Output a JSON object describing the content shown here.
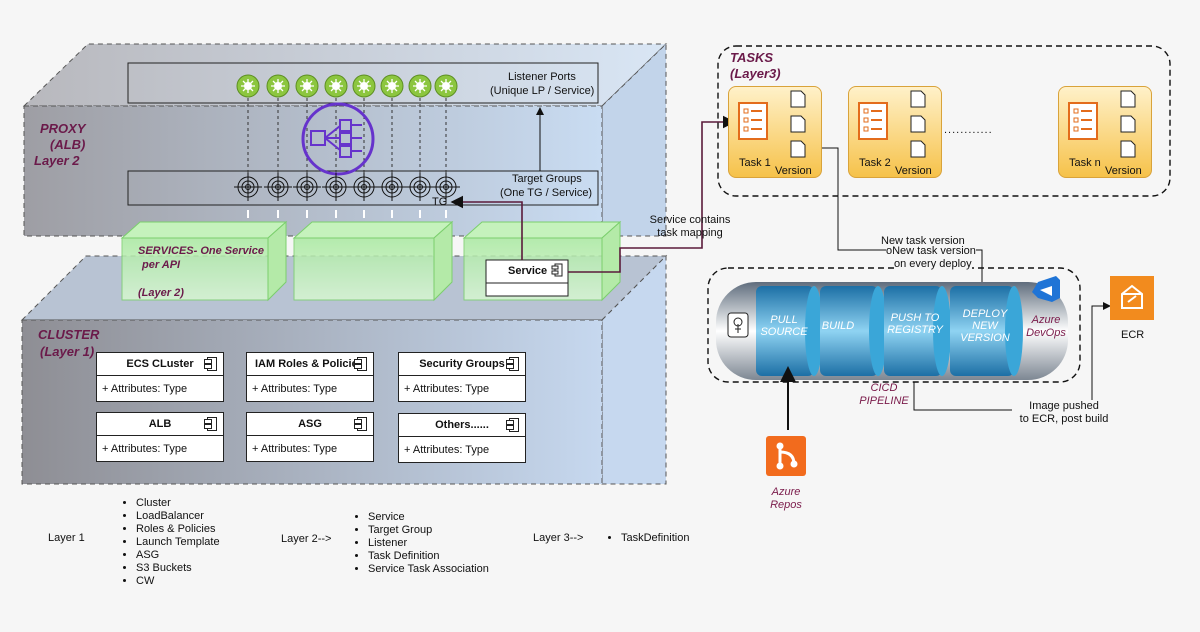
{
  "proxy": {
    "title": "PROXY",
    "subtitle": "(ALB)",
    "layer": "Layer 2",
    "listener_ports": "Listener Ports",
    "listener_ports_sub": "(Unique LP / Service)",
    "target_groups": "Target Groups",
    "target_groups_sub": "(One TG / Service)",
    "tg_label": "TG"
  },
  "services": {
    "title": "SERVICES- One Service",
    "title2": "per API",
    "layer": "(Layer 2)",
    "service_box": "Service"
  },
  "cluster": {
    "title": "CLUSTER",
    "layer": "(Layer 1)",
    "attr_text": "+ Attributes: Type",
    "components": [
      {
        "name": "ECS CLuster"
      },
      {
        "name": "IAM Roles & Policies"
      },
      {
        "name": "Security Groups"
      },
      {
        "name": "ALB"
      },
      {
        "name": "ASG"
      },
      {
        "name": "Others......"
      }
    ]
  },
  "tasks": {
    "title": "TASKS",
    "layer": "(Layer3)",
    "items": [
      {
        "name": "Task 1",
        "version": "Version"
      },
      {
        "name": "Task 2",
        "version": "Version"
      },
      {
        "name": "Task n",
        "version": "Version"
      }
    ],
    "ellipsis": "............"
  },
  "annotations": {
    "service_mapping_1": "Service contains",
    "service_mapping_2": "task mapping",
    "new_task_version_1": "New task version",
    "new_task_version_2": "oNew task version",
    "new_task_version_3": "on every deploy",
    "image_pushed_1": "Image pushed",
    "image_pushed_2": "to ECR, post build"
  },
  "pipeline": {
    "stages": [
      "PULL\nSOURCE",
      "BUILD",
      "PUSH TO\nREGISTRY",
      "DEPLOY\nNEW\nVERSION"
    ],
    "azure_devops": "Azure\nDevOps",
    "cicd": "CICD\nPIPELINE",
    "azure_repos": "Azure\nRepos",
    "ecr": "ECR"
  },
  "legend": {
    "layer1_label": "Layer 1",
    "layer1_items": [
      "Cluster",
      "LoadBalancer",
      "Roles & Policies",
      "Launch Template",
      "ASG",
      "S3 Buckets",
      "CW"
    ],
    "layer2_label": "Layer 2-->",
    "layer2_items": [
      "Service",
      "Target Group",
      "Listener",
      "Task Definition",
      "Service Task Association"
    ],
    "layer3_label": "Layer 3-->",
    "layer3_items": [
      "TaskDefinition"
    ]
  },
  "colors": {
    "proxy_gradient_start": "#a9a9ae",
    "proxy_gradient_end": "#c6d8ef",
    "service_green": "#b9f0b0",
    "listener_green": "#8cc63f",
    "alb_purple": "#6633cc",
    "task_orange": "#f6c24a",
    "pipeline_blue": "#2f9ad0",
    "ecr_orange": "#f28b1e",
    "label_maroon": "#6b1a4a"
  }
}
